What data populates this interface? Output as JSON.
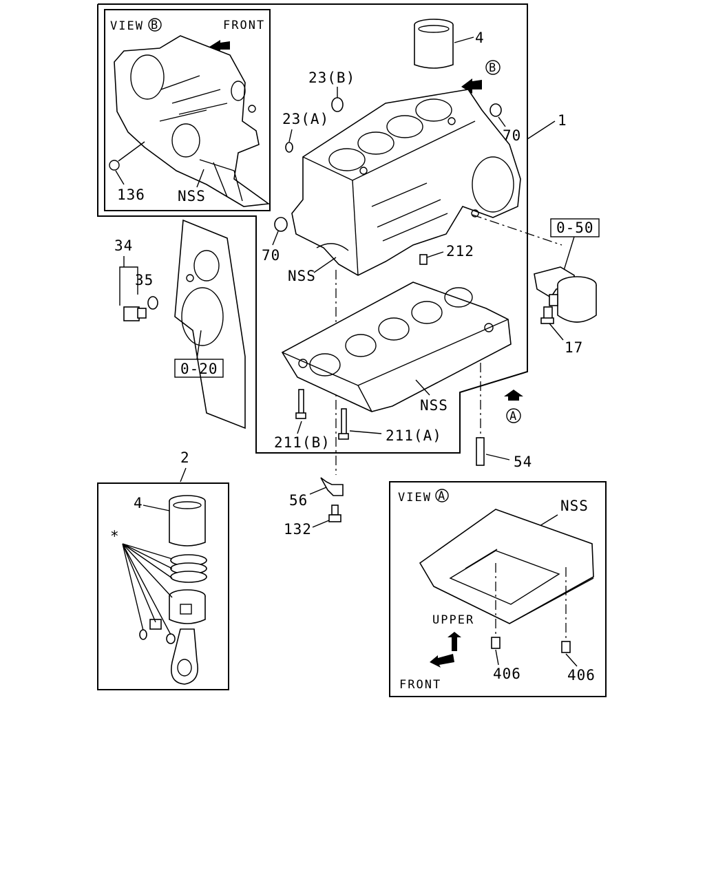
{
  "view_b": {
    "title": "VIEW",
    "letter": "B",
    "front": "FRONT",
    "label_nss": "NSS"
  },
  "view_a": {
    "title": "VIEW",
    "letter": "A",
    "front": "FRONT",
    "label_nss": "NSS",
    "upper": "UPPER"
  },
  "callouts": {
    "p1": "1",
    "p2": "2",
    "p4_top": "4",
    "p4_kit": "4",
    "p17": "17",
    "p23b": "23(B)",
    "p23a": "23(A)",
    "p34": "34",
    "p35": "35",
    "p54": "54",
    "p56": "56",
    "p70_right": "70",
    "p70_left": "70",
    "p132": "132",
    "p136": "136",
    "p211a": "211(A)",
    "p211b": "211(B)",
    "p212": "212",
    "p406_left": "406",
    "p406_right": "406",
    "nss_block": "NSS",
    "nss_lower": "NSS",
    "star": "*"
  },
  "refs": {
    "r050": "0-50",
    "r020": "0-20"
  },
  "markers": {
    "b": "B",
    "a": "A"
  }
}
